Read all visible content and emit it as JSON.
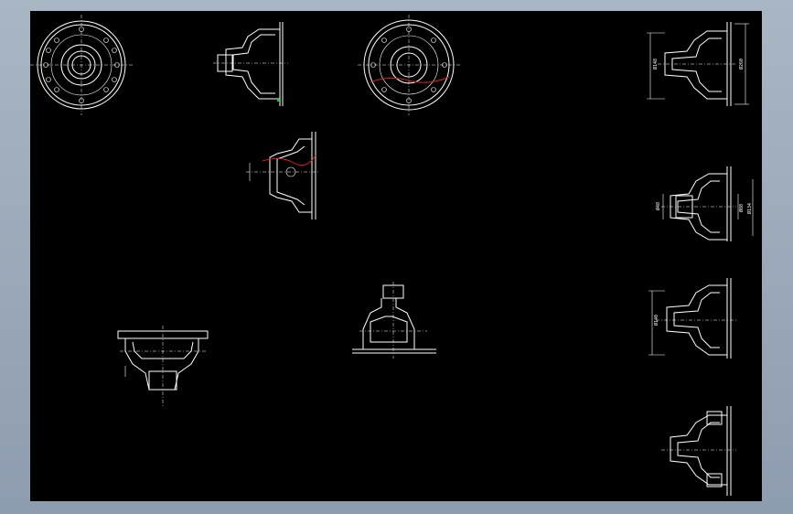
{
  "colors": {
    "background_frame": "#8e9caf",
    "drawing_background": "#000000",
    "line": "#ffffff",
    "section_cut": "#d62020",
    "marker": "#30c040"
  },
  "dimensions": {
    "view_top_right": {
      "left": "Ø148",
      "right": "Ø260"
    },
    "view_mid_right": {
      "left": "Ø48",
      "mid": "Ø88",
      "right": "Ø134"
    },
    "view_lower_right": {
      "left": "Ø140"
    }
  }
}
